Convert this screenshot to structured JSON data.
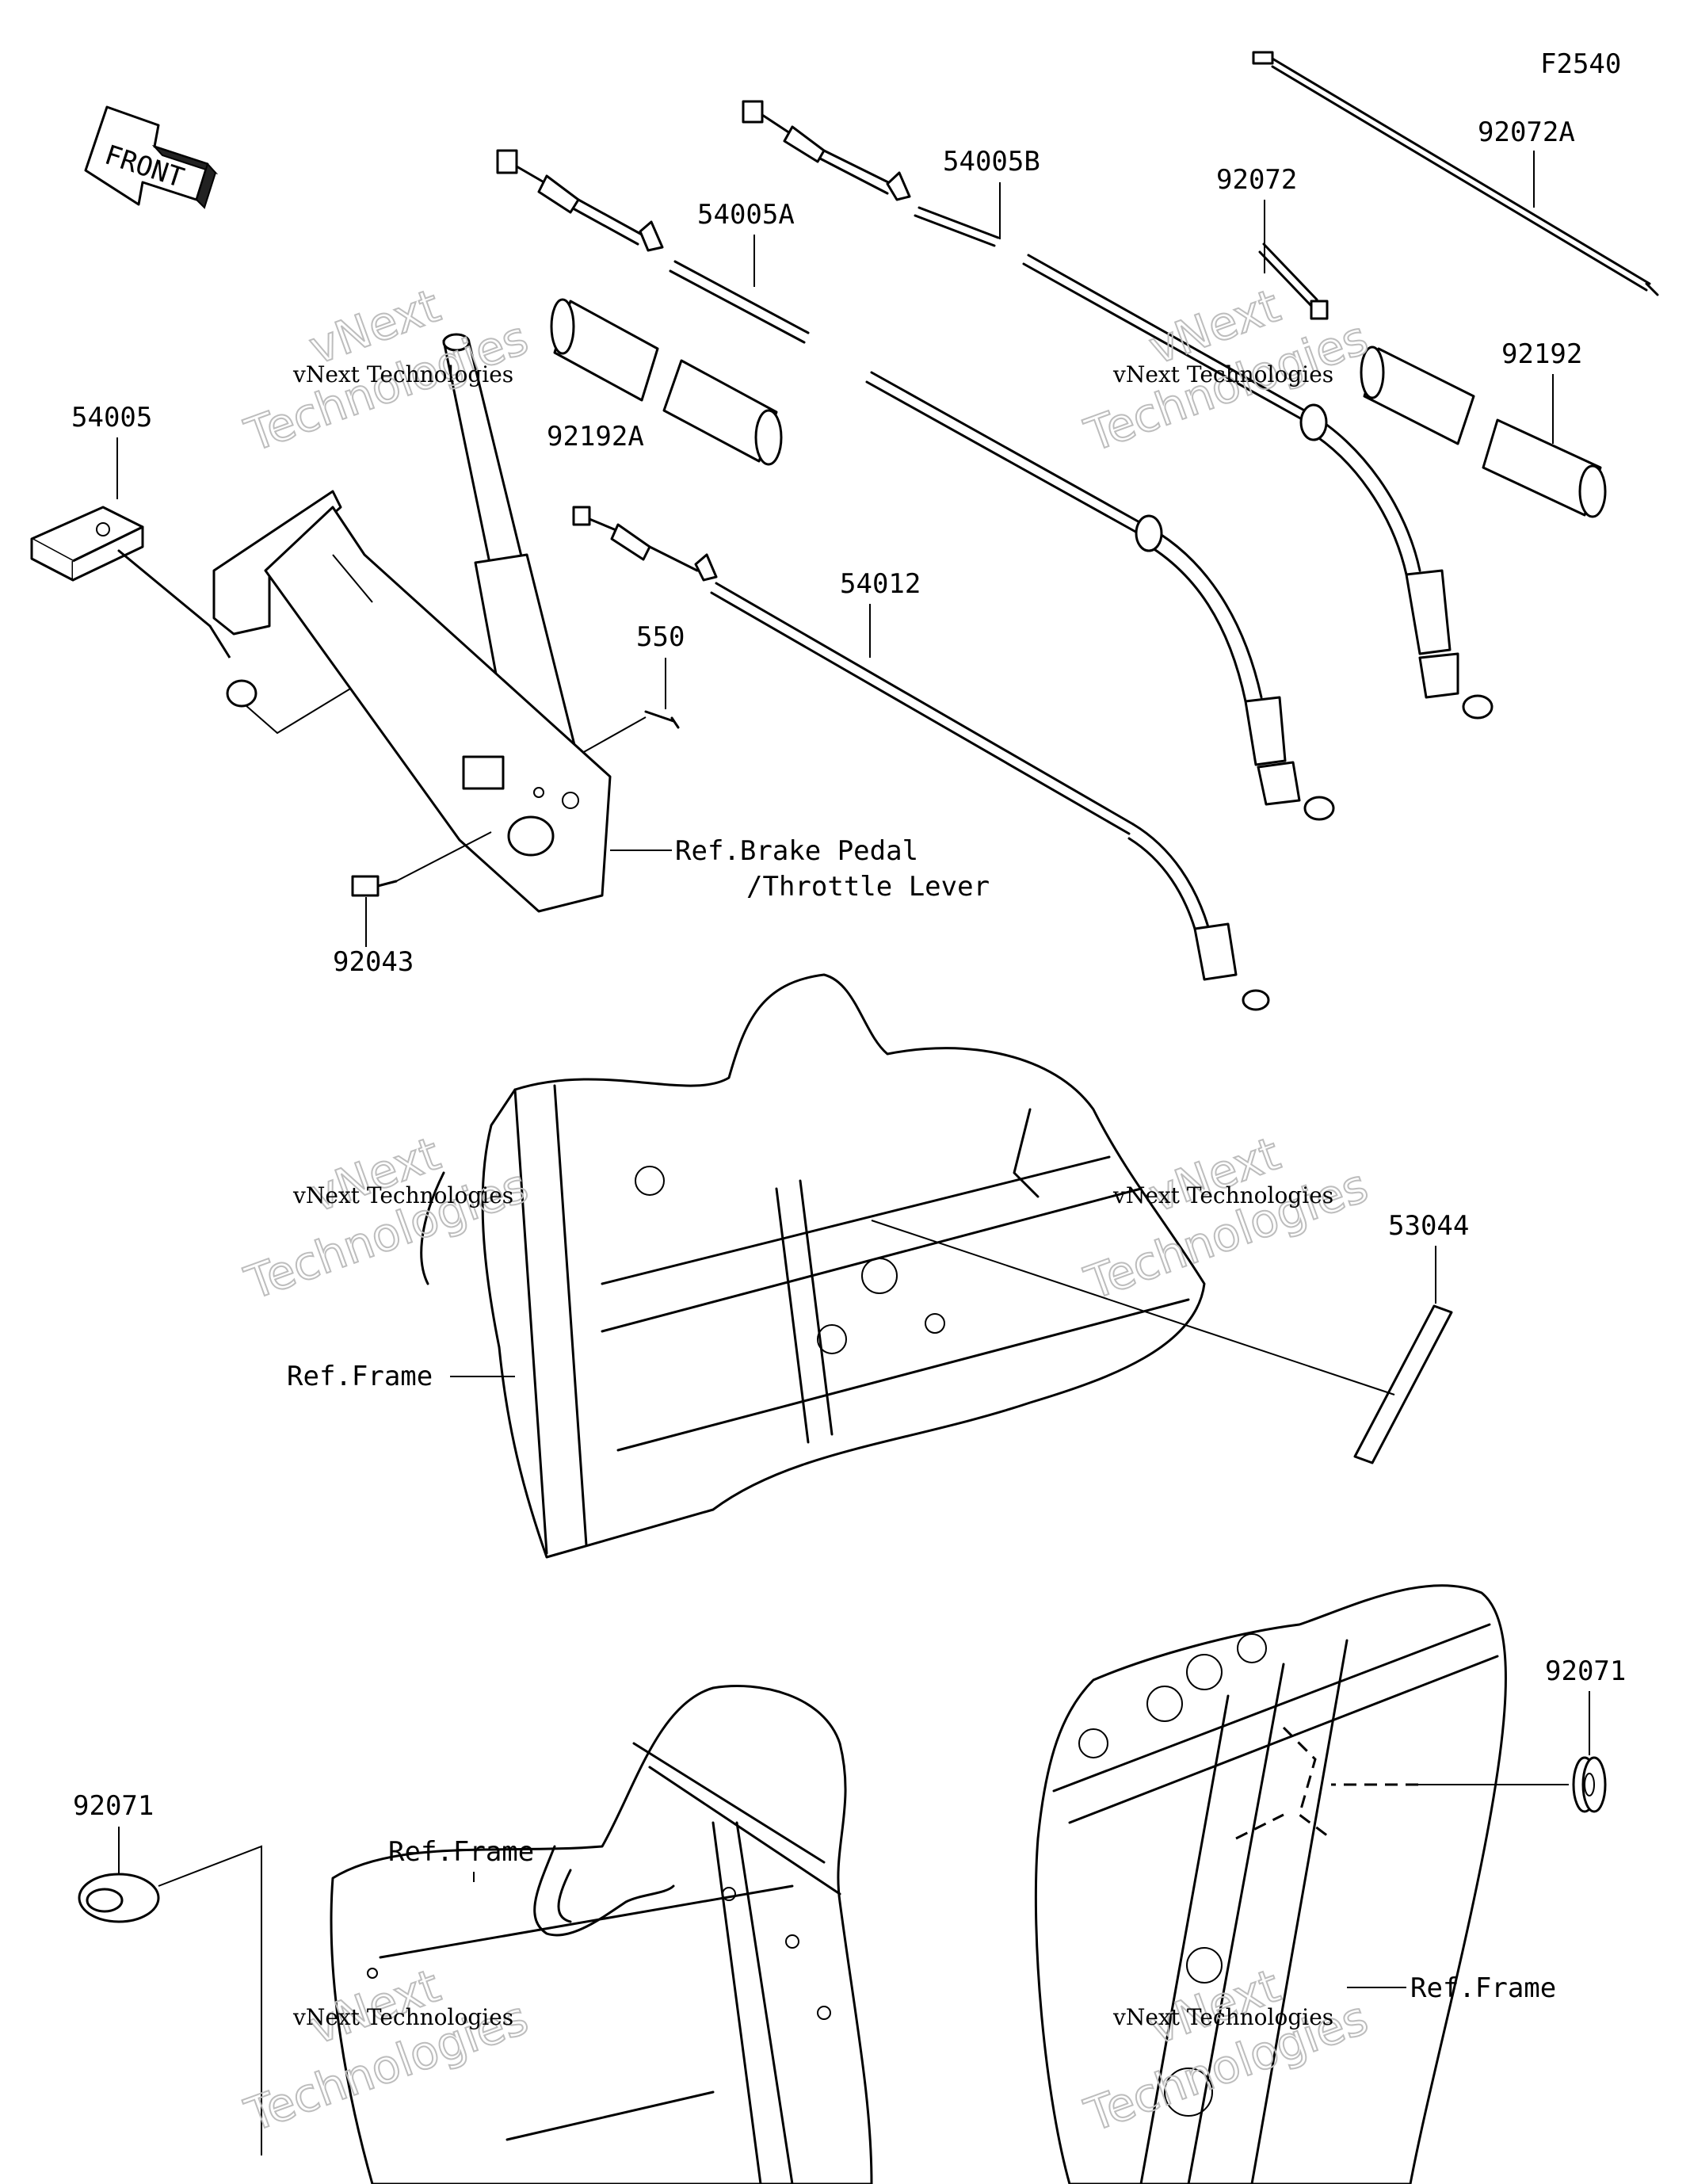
{
  "diagram_code": "F2540",
  "front_arrow_label": "FRONT",
  "parts": {
    "p54005": "54005",
    "p54005A": "54005A",
    "p54005B": "54005B",
    "p54012": "54012",
    "p92072": "92072",
    "p92072A": "92072A",
    "p92192": "92192",
    "p92192A": "92192A",
    "p550": "550",
    "p92043": "92043",
    "p53044": "53044",
    "p92071_left": "92071",
    "p92071_right": "92071"
  },
  "references": {
    "brake_pedal_line1": "Ref.Brake Pedal",
    "brake_pedal_line2": "/Throttle Lever",
    "frame_middle": "Ref.Frame",
    "frame_bottom_left": "Ref.Frame",
    "frame_bottom_right": "Ref.Frame"
  },
  "watermark": {
    "small": "vNext Technologies",
    "big_line1": "vNext",
    "big_line2": "Technologies"
  }
}
